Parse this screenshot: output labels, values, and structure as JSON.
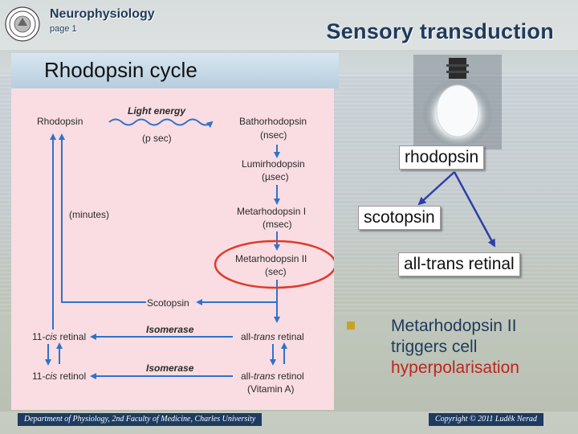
{
  "header": {
    "org": "Neurophysiology",
    "page": "page 1",
    "title": "Sensory transduction"
  },
  "section_title": "Rhodopsin cycle",
  "diagram": {
    "light_energy": "Light energy",
    "rhodopsin": "Rhodopsin",
    "psec": "(p sec)",
    "bathorhodopsin": "Bathorhodopsin",
    "nsec": "(nsec)",
    "lumirhodopsin": "Lumirhodopsin",
    "usec": "(µsec)",
    "metarhodopsin1": "Metarhodopsin I",
    "msec": "(msec)",
    "metarhodopsin2": "Metarhodopsin II",
    "sec": "(sec)",
    "minutes": "(minutes)",
    "scotopsin": "Scotopsin",
    "isomerase1": "Isomerase",
    "isomerase2": "Isomerase",
    "cis_retinal_prefix": "11-",
    "cis_word": "cis",
    "retinal": " retinal",
    "retinol": " retinol",
    "all_word": "all-",
    "trans_word": "trans",
    "vitamin_a": "(Vitamin A)",
    "highlight_color": "#e03a2a",
    "arrow_color": "#2f73c9"
  },
  "right_panel": {
    "rhodopsin": "rhodopsin",
    "scotopsin": "scotopsin",
    "all_trans_retinal": "all-trans retinal",
    "arrow_color": "#2e3fa8",
    "triggers_line1": "Metarhodopsin II",
    "triggers_line2": "triggers cell",
    "triggers_line3": "hyperpolarisation"
  },
  "footer": {
    "left": "Department of Physiology, 2nd Faculty of Medicine, Charles University",
    "right": "Copyright © 2011 Luděk Nerad"
  },
  "icons": {
    "logo": "university-seal-icon",
    "bulb": "light-bulb-icon",
    "bullet": "bullet-square-icon"
  }
}
